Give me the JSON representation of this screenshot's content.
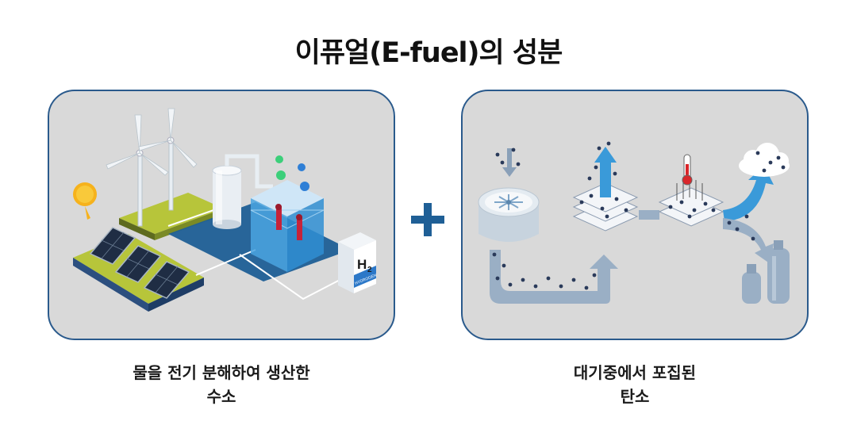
{
  "title": "이퓨얼(E-fuel)의 성분",
  "left_panel": {
    "caption_line1": "물을 전기 분해하여 생산한",
    "caption_line2": "수소",
    "tank_label_main": "H",
    "tank_label_sub": "2",
    "tank_band_text": "HYDROGEN"
  },
  "right_panel": {
    "caption_line1": "대기중에서 포집된",
    "caption_line2": "탄소"
  },
  "colors": {
    "panel_bg": "#d9d9d9",
    "panel_border": "#2a5a8c",
    "plus": "#1f5f96",
    "arrow_blue": "#3a9ad9",
    "arrow_gray": "#9aafc5"
  }
}
